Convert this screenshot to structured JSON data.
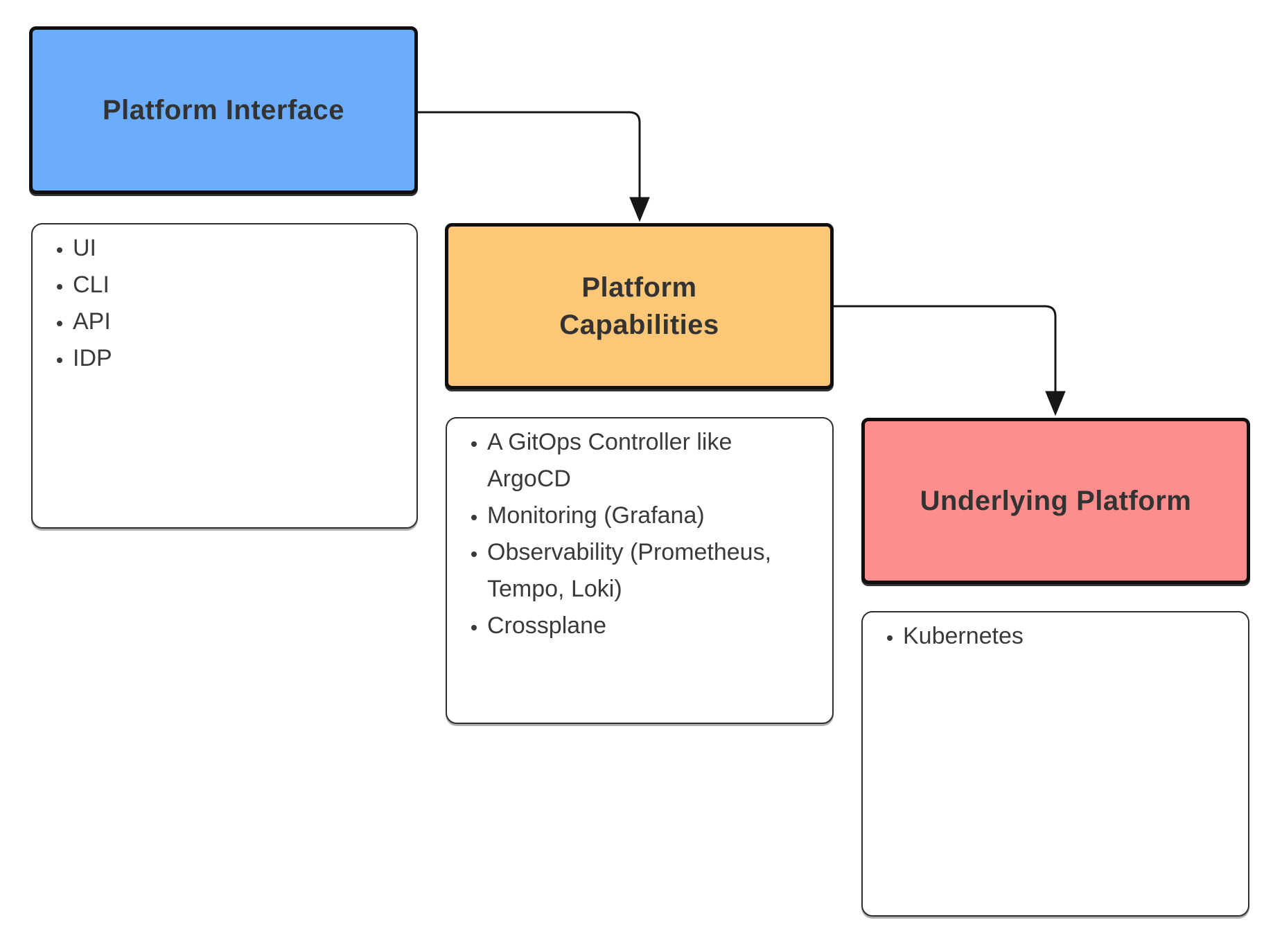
{
  "diagram": {
    "nodes": [
      {
        "id": "platform-interface",
        "label": "Platform Interface",
        "fill": "#6badfb",
        "items": [
          "UI",
          "CLI",
          "API",
          "IDP"
        ]
      },
      {
        "id": "platform-capabilities",
        "label": "Platform Capabilities",
        "fill": "#fcc878",
        "items": [
          "A GitOps Controller like ArgoCD",
          "Monitoring (Grafana)",
          "Observability (Prometheus, Tempo, Loki)",
          "Crossplane"
        ]
      },
      {
        "id": "underlying-platform",
        "label": "Underlying Platform",
        "fill": "#fc8f8d",
        "items": [
          "Kubernetes"
        ]
      }
    ],
    "connections": [
      {
        "from": "platform-interface",
        "to": "platform-capabilities"
      },
      {
        "from": "platform-capabilities",
        "to": "underlying-platform"
      }
    ],
    "colors": {
      "background": "#ffffff",
      "box_border": "#0f0f0f",
      "arrow": "#161616",
      "title_text": "#333333",
      "list_text": "#3a3a3a",
      "list_box_border": "#2e2e2e"
    }
  }
}
